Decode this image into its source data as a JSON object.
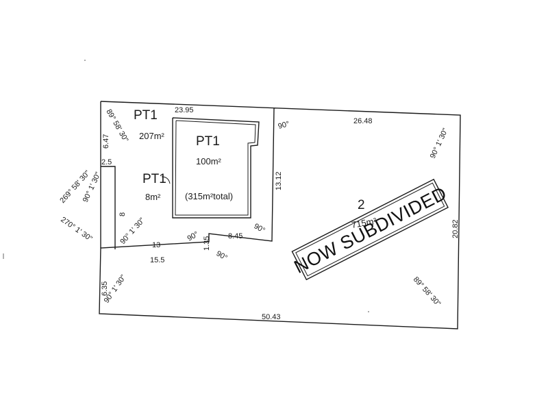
{
  "colors": {
    "ink": "#1a1a1a",
    "paper": "#ffffff"
  },
  "lot_pt1": {
    "label_main": "PT1",
    "area_main": "207m²",
    "label_building": "PT1",
    "area_building": "100m²",
    "total_note": "(315m²total)",
    "label_small": "PT1",
    "area_small": "8m²"
  },
  "lot_2": {
    "number": "2",
    "area": "715m²",
    "stamp": "NOW SUBDIVIDED"
  },
  "dimensions": {
    "top_left": "23.95",
    "top_right": "26.48",
    "bottom": "50.43",
    "right": "20.82",
    "inner_vertical": "13.12",
    "left_upper": "6.47",
    "notch_width": "2.5",
    "left_mid": "8",
    "mid_13": "13",
    "mid_15_5": "15.5",
    "step_1_35": "1.35",
    "step_8_45": "8.45",
    "left_lower": "6.35"
  },
  "angles": {
    "a_89_58_30_top": "89° 58' 30\"",
    "a_90_top_inner": "90°",
    "a_90_1_30_top_right": "90° 1' 30\"",
    "a_269_58_30": "269° 58' 30\"",
    "a_90_1_30_notch": "90° 1' 30\"",
    "a_270_1_30": "270° 1' 30\"",
    "a_90_1_30_mid": "90° 1' 30\"",
    "a_90_step": "90°",
    "a_90_inner_bottom": "90°",
    "a_90_step_lower": "90°",
    "a_90_1_30_bottom_left": "90° 1' 30\"",
    "a_89_58_30_bottom_right": "89° 58' 30\""
  }
}
